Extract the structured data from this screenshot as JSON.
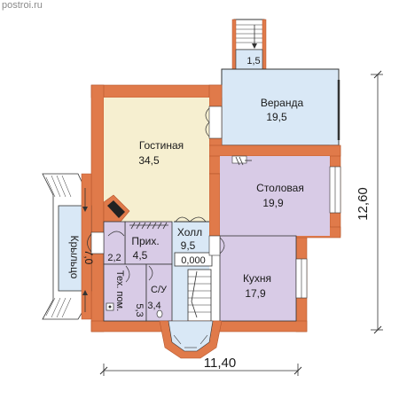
{
  "watermark": "postroi.ru",
  "colors": {
    "wall": "#e07a4a",
    "wall_stroke": "#b4552c",
    "living": "#f6efd0",
    "blue_room": "#d9e8f6",
    "purple_room": "#d8cbe6",
    "stair": "#ffffff",
    "line": "#333333"
  },
  "rooms": {
    "porch_step": {
      "name": "",
      "area": "1,5"
    },
    "veranda": {
      "name": "Веранда",
      "area": "19,5"
    },
    "living": {
      "name": "Гостиная",
      "area": "34,5"
    },
    "dining": {
      "name": "Столовая",
      "area": "19,9"
    },
    "hall": {
      "name": "Холл",
      "area": "9,5"
    },
    "hall_level": "0,000",
    "entry": {
      "name": "Прих.",
      "area": "4,5"
    },
    "closet": {
      "name": "",
      "area": "2,2"
    },
    "tech": {
      "name": "Тех. пом.",
      "area": "5,3"
    },
    "wc": {
      "name": "С/У",
      "area": "3,4"
    },
    "kitchen": {
      "name": "Кухня",
      "area": "17,9"
    },
    "porch": {
      "name": "Крыльцо",
      "area": "7,0"
    }
  },
  "dimensions": {
    "width": "11,40",
    "height": "12,60"
  }
}
